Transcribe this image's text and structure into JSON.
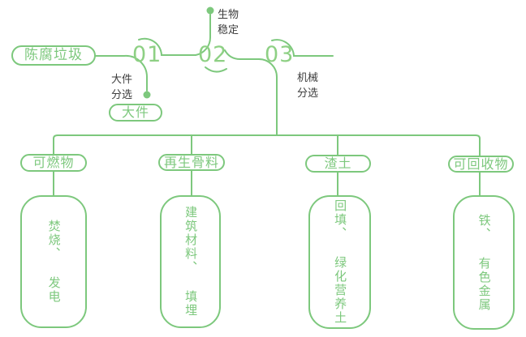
{
  "colors": {
    "line_green": "#7dc87d",
    "number_green": "#8ed084",
    "label_dark": "#3c3c3c",
    "background": "#ffffff"
  },
  "flow": {
    "source": {
      "label": "陈腐垃圾"
    },
    "steps": [
      {
        "number": "01",
        "process": "大件分选",
        "output": "大件"
      },
      {
        "number": "02",
        "process": "生物稳定"
      },
      {
        "number": "03",
        "process": "机械分选"
      }
    ]
  },
  "branches": [
    {
      "category": "可燃物",
      "results": [
        "焚烧、",
        "发电"
      ]
    },
    {
      "category": "再生骨料",
      "results": [
        "建筑材料、",
        "填埋"
      ]
    },
    {
      "category": "渣土",
      "results": [
        "回填、",
        "绿化营养土"
      ]
    },
    {
      "category": "可回收物",
      "results": [
        "铁、",
        "有色金属"
      ]
    }
  ]
}
